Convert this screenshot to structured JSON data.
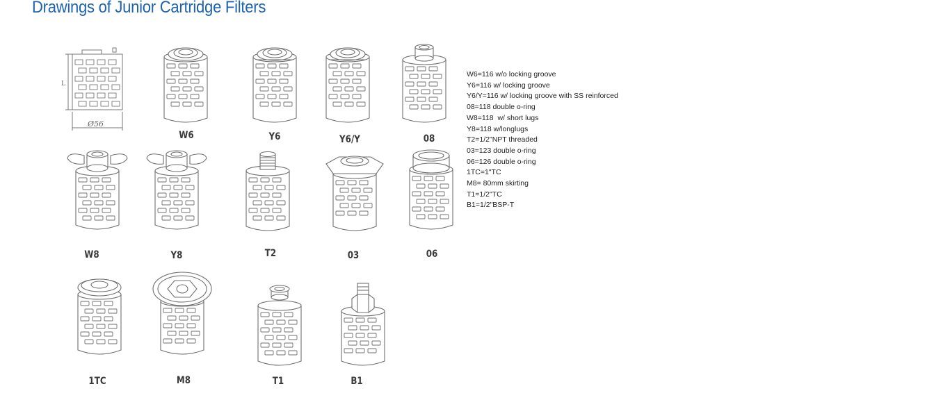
{
  "page": {
    "title": "Drawings of Junior Cartridge Filters"
  },
  "dimension_drawing": {
    "height_symbol": "L",
    "diameter": "Ø56"
  },
  "drawing_labels": {
    "w6": "W6",
    "y6": "Y6",
    "y6y": "Y6/Y",
    "o8": "08",
    "w8": "W8",
    "y8": "Y8",
    "t2": "T2",
    "o3": "03",
    "o6": "06",
    "tc1": "1TC",
    "m8": "M8",
    "t1": "T1",
    "b1": "B1"
  },
  "legend": [
    "W6=116 w/o locking groove",
    "Y6=116 w/ locking groove",
    "Y6/Y=116 w/ locking groove with SS reinforced",
    "08=118 double o-ring",
    "W8=118  w/ short lugs",
    "Y8=118 w/longlugs",
    "T2=1/2\"NPT threaded",
    "03=123 double o-ring",
    "06=126 double o-ring",
    "1TC=1\"TC",
    "M8= 80mm skirting",
    "T1=1/2\"TC",
    "B1=1/2\"BSP-T"
  ]
}
